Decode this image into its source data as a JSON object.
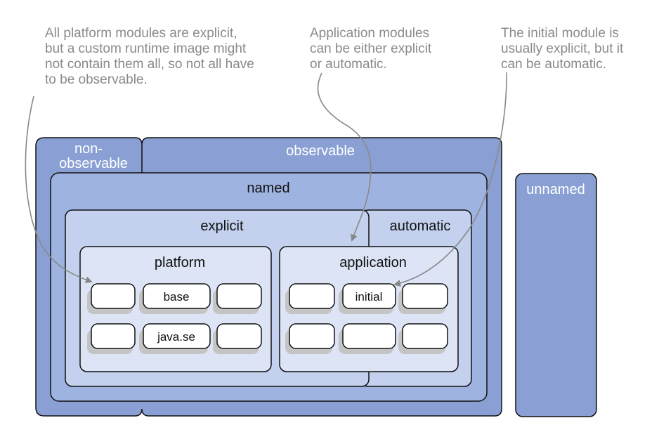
{
  "annotations": {
    "platform_note": {
      "lines": [
        "All platform modules are explicit,",
        "but a custom runtime image might",
        "not contain them all, so not all have",
        "to be observable."
      ]
    },
    "application_note": {
      "lines": [
        "Application modules",
        "can be either explicit",
        "or automatic."
      ]
    },
    "initial_note": {
      "lines": [
        "The initial module is",
        "usually explicit, but it",
        "can be automatic."
      ]
    }
  },
  "regions": {
    "non_observable": {
      "label_line1": "non-",
      "label_line2": "observable"
    },
    "observable": {
      "label": "observable"
    },
    "named": {
      "label": "named"
    },
    "explicit": {
      "label": "explicit"
    },
    "automatic": {
      "label": "automatic"
    },
    "platform": {
      "label": "platform"
    },
    "application": {
      "label": "application"
    },
    "unnamed": {
      "label": "unnamed"
    }
  },
  "modules": {
    "base": "base",
    "java_se": "java.se",
    "initial": "initial"
  },
  "colors": {
    "outer_fill": "#8aa0d4",
    "named_fill": "#9fb3e0",
    "explicit_fill": "#c3d1ee",
    "group_fill": "#dce4f5",
    "module_fill": "#ffffff",
    "module_shadow": "#c4c4c4",
    "annotation_text": "#8a8a8a",
    "arrow": "#888888",
    "outline": "#111111",
    "region_label": "#ffffff",
    "inner_label": "#111111"
  }
}
